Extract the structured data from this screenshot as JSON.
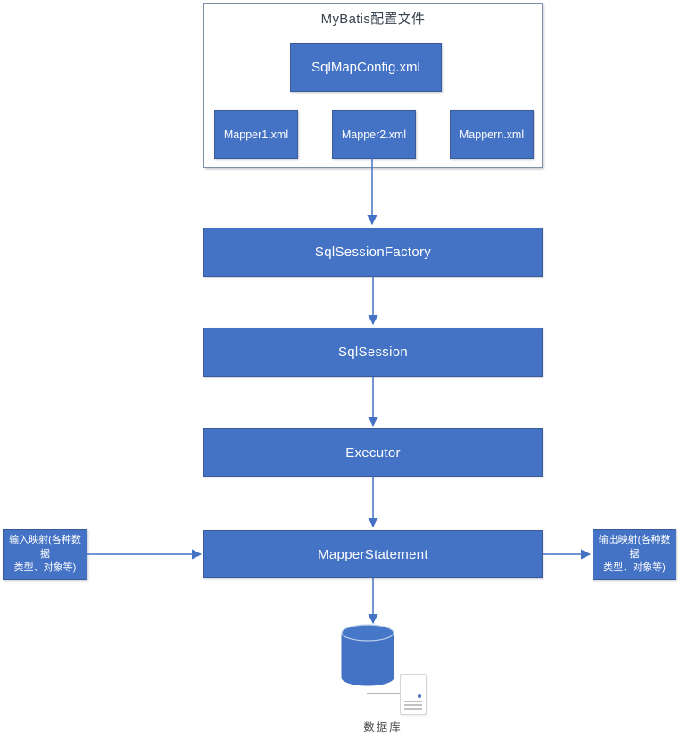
{
  "diagram": {
    "config_container": {
      "title": "MyBatis配置文件",
      "main_file": "SqlMapConfig.xml",
      "mappers": [
        "Mapper1.xml",
        "Mapper2.xml",
        "Mappern.xml"
      ]
    },
    "flow_nodes": [
      "SqlSessionFactory",
      "SqlSession",
      "Executor",
      "MapperStatement"
    ],
    "input_mapping": {
      "line1": "输入映射(各种数据",
      "line2": "类型、对象等)"
    },
    "output_mapping": {
      "line1": "输出映射(各种数据",
      "line2": "类型、对象等)"
    },
    "database": {
      "label": "数据库"
    },
    "colors": {
      "node_fill": "#4472C4",
      "node_border": "#3B5A9A",
      "node_text": "#FFFFFF",
      "arrow": "#4472C4",
      "container_border": "#7E8FA9",
      "title_text": "#3A4350"
    }
  }
}
